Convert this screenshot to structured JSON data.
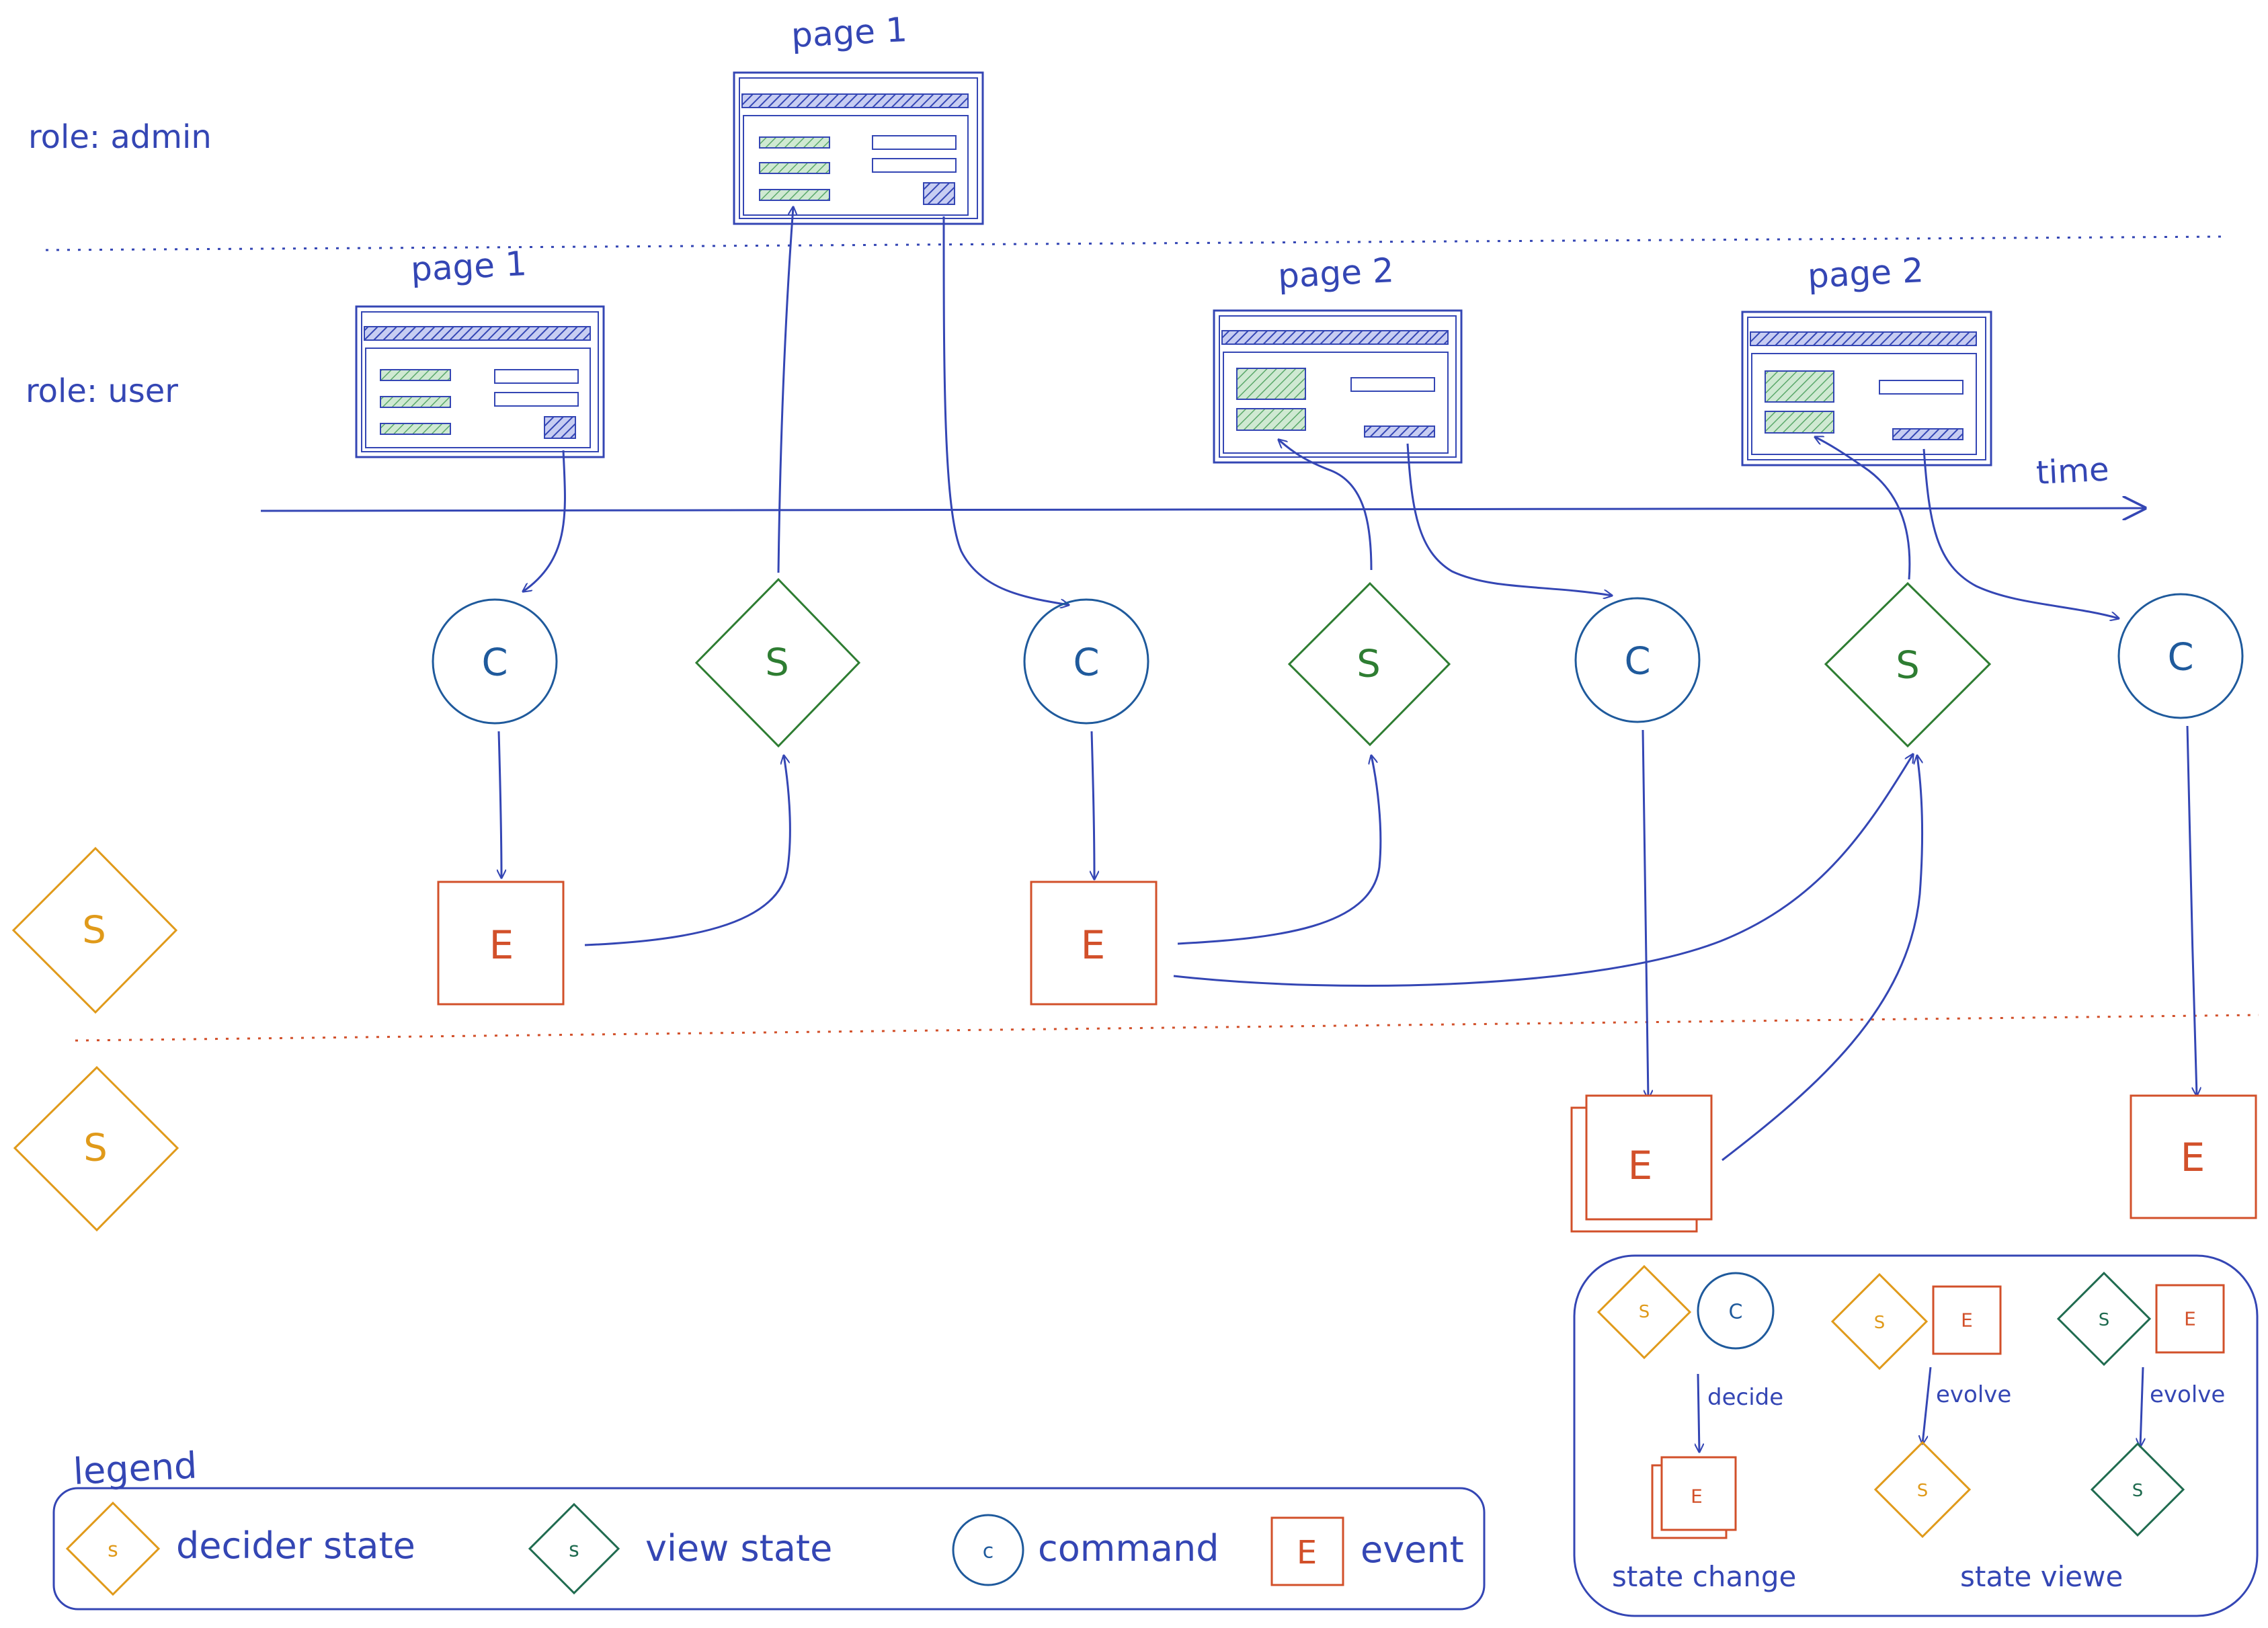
{
  "swimlanes": {
    "admin_label": "role: admin",
    "user_label": "role: user",
    "time_label": "time"
  },
  "screens": [
    {
      "id": "screen-admin-page1",
      "title": "page 1"
    },
    {
      "id": "screen-user-page1",
      "title": "page 1"
    },
    {
      "id": "screen-user-page2-a",
      "title": "page 2"
    },
    {
      "id": "screen-user-page2-b",
      "title": "page 2"
    }
  ],
  "symbols": {
    "command": "C",
    "view_state": "S",
    "event": "E",
    "decider_state": "S"
  },
  "legend": {
    "title": "legend",
    "items": [
      {
        "glyph": "s",
        "label": "decider state"
      },
      {
        "glyph": "s",
        "label": "view state"
      },
      {
        "glyph": "c",
        "label": "command"
      },
      {
        "glyph": "E",
        "label": "event"
      }
    ]
  },
  "rules": {
    "decide_label": "decide",
    "evolve_label": "evolve",
    "state_change_label": "state change",
    "state_view_label": "state viewe",
    "glyph_s": "S",
    "glyph_c": "C",
    "glyph_e": "E"
  },
  "colors": {
    "ink": "#3446b4",
    "command": "#1f5a9c",
    "view_state": "#2e7d32",
    "event": "#d2502a",
    "decider_state": "#e09a1a",
    "rule_view_state": "#1f6b4f",
    "screen_hatch": "#6a7bd6",
    "screen_field": "#a8d8b0"
  }
}
